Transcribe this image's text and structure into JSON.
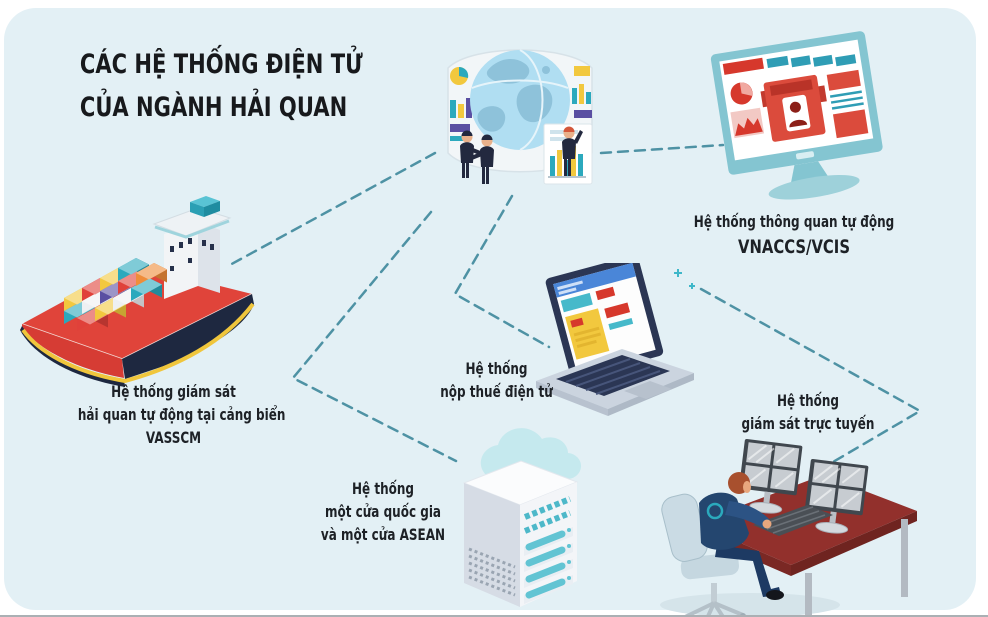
{
  "title": {
    "line1": "CÁC HỆ THỐNG ĐIỆN TỬ",
    "line2": "CỦA NGÀNH HẢI QUAN"
  },
  "labels": {
    "vnaccs": {
      "line1": "Hệ thống thông quan tự động",
      "line2": "VNACCS/VCIS"
    },
    "vasscm": {
      "line1": "Hệ thống giám sát",
      "line2": "hải quan tự động tại cảng biển",
      "line3": "VASSCM"
    },
    "etax": {
      "line1": "Hệ thống",
      "line2": "nộp thuế điện tử"
    },
    "nsw": {
      "line1": "Hệ thống",
      "line2": "một cửa quốc gia",
      "line3": "và một cửa ASEAN"
    },
    "online_monitoring": {
      "line1": "Hệ thống",
      "line2": "giám sát trực tuyến"
    }
  },
  "illustrations": {
    "hub": "globe-data-hub",
    "vnaccs": "monitor-dashboard",
    "vasscm": "container-ship",
    "etax": "laptop",
    "nsw": "server-tower-cloud",
    "online_monitoring": "operator-workstation"
  },
  "colors": {
    "canvas_background": "#e3f0f5",
    "connector": "#4e92a4",
    "text": "#1d2126",
    "accent_red": "#dd4136",
    "accent_teal": "#2ba9bd",
    "accent_yellow": "#f2c83e",
    "accent_purple": "#5a4fa2",
    "ship_hull_navy": "#1e2840",
    "desk_red": "#92302c",
    "monitor_frame_teal": "#84c5d1",
    "globe_blue": "#b0def2"
  }
}
